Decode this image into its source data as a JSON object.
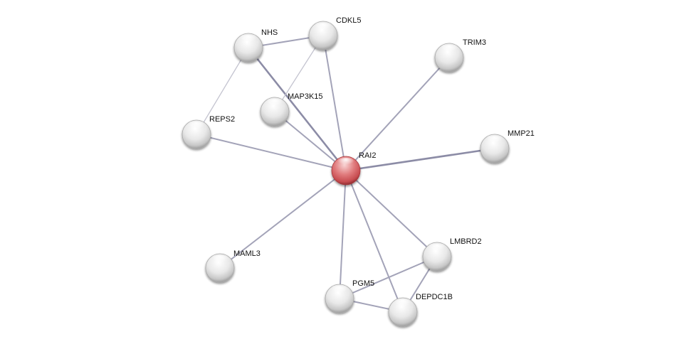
{
  "nodes": [
    {
      "id": "RAI2",
      "label": "RAI2",
      "query": true
    },
    {
      "id": "NHS",
      "label": "NHS",
      "query": false
    },
    {
      "id": "CDKL5",
      "label": "CDKL5",
      "query": false
    },
    {
      "id": "TRIM3",
      "label": "TRIM3",
      "query": false
    },
    {
      "id": "MAP3K15",
      "label": "MAP3K15",
      "query": false
    },
    {
      "id": "REPS2",
      "label": "REPS2",
      "query": false
    },
    {
      "id": "MMP21",
      "label": "MMP21",
      "query": false
    },
    {
      "id": "MAML3",
      "label": "MAML3",
      "query": false
    },
    {
      "id": "LMBRD2",
      "label": "LMBRD2",
      "query": false
    },
    {
      "id": "PGM5",
      "label": "PGM5",
      "query": false
    },
    {
      "id": "DEPDC1B",
      "label": "DEPDC1B",
      "query": false
    }
  ],
  "edges": [
    {
      "source": "RAI2",
      "target": "NHS"
    },
    {
      "source": "RAI2",
      "target": "CDKL5"
    },
    {
      "source": "RAI2",
      "target": "TRIM3"
    },
    {
      "source": "RAI2",
      "target": "MAP3K15"
    },
    {
      "source": "RAI2",
      "target": "REPS2"
    },
    {
      "source": "RAI2",
      "target": "MMP21"
    },
    {
      "source": "RAI2",
      "target": "MAML3"
    },
    {
      "source": "RAI2",
      "target": "LMBRD2"
    },
    {
      "source": "RAI2",
      "target": "PGM5"
    },
    {
      "source": "RAI2",
      "target": "DEPDC1B"
    },
    {
      "source": "NHS",
      "target": "CDKL5"
    },
    {
      "source": "NHS",
      "target": "REPS2"
    },
    {
      "source": "CDKL5",
      "target": "MAP3K15"
    },
    {
      "source": "LMBRD2",
      "target": "PGM5"
    },
    {
      "source": "LMBRD2",
      "target": "DEPDC1B"
    },
    {
      "source": "PGM5",
      "target": "DEPDC1B"
    }
  ],
  "colors": {
    "query_node": "#d9595e",
    "neighbor_node": "#e6e6e6",
    "edge": "#a3a3b8"
  }
}
